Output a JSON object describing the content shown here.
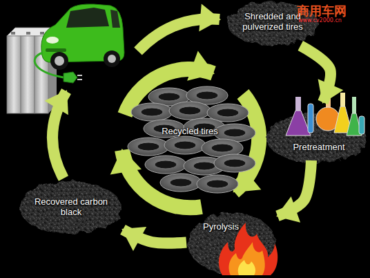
{
  "diagram": {
    "nodes": [
      {
        "text": [
          "Shredded and pulverized tires"
        ]
      },
      {
        "text": [
          "Recycled tires"
        ]
      },
      {
        "text": [
          "Pretreatment"
        ]
      },
      {
        "text": [
          "Recovered carbon black"
        ]
      },
      {
        "text": [
          "Pyrolysis"
        ]
      }
    ],
    "edges": [
      {
        "from": 0,
        "to": 2,
        "arrow": "to"
      },
      {
        "from": 2,
        "to": 4,
        "arrow": "to"
      },
      {
        "from": 4,
        "to": 3,
        "arrow": "to"
      }
    ],
    "labels": [
      "商用车网",
      "www.cv2000.cn"
    ]
  }
}
